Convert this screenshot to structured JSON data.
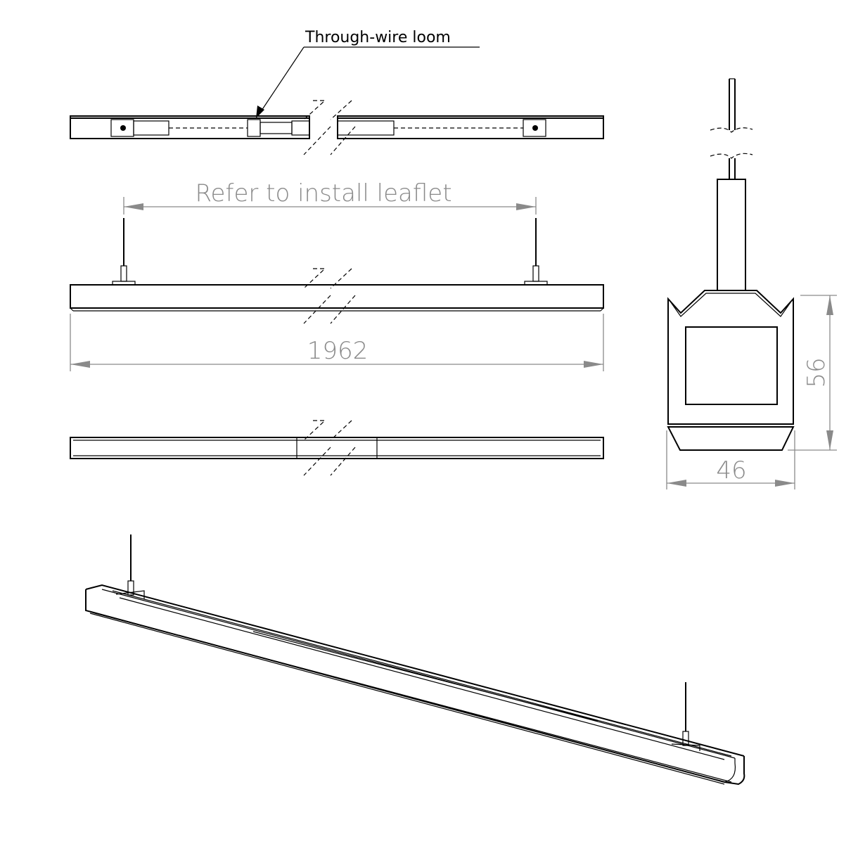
{
  "annotations": {
    "loom_label": "Through-wire loom",
    "install_note": "Refer to install leaflet",
    "length_dim": "1962",
    "height_dim": "56",
    "width_dim": "46"
  },
  "colors": {
    "line": "#000000",
    "dimension": "#8a8a8a"
  }
}
